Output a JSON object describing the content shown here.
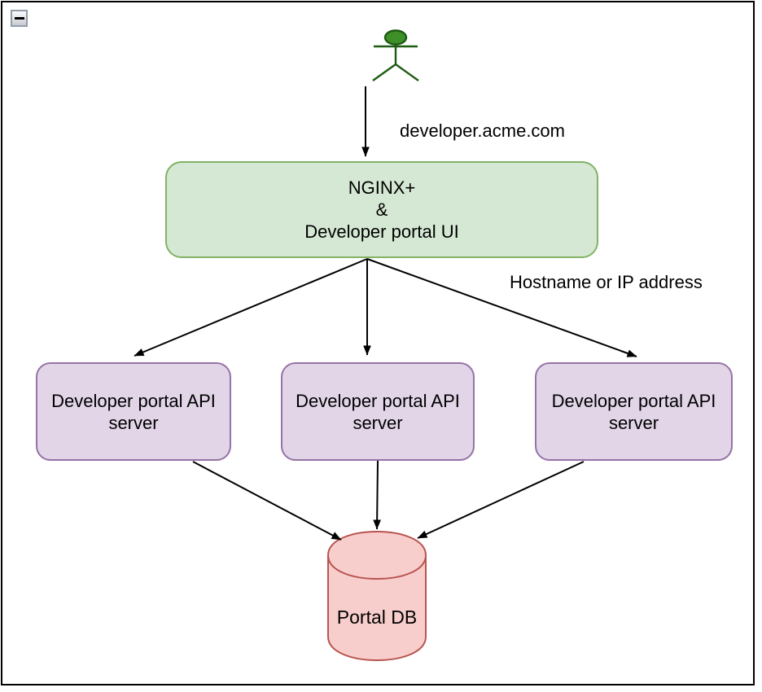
{
  "window": {
    "collapse_button": {
      "icon": "minus-icon",
      "glyph": "−"
    }
  },
  "colors": {
    "frame_border": "#000000",
    "gateway_fill": "#d5e8d4",
    "gateway_stroke": "#82b366",
    "api_server_fill": "#e1d5e7",
    "api_server_stroke": "#9673a6",
    "database_fill": "#f8cecc",
    "database_stroke": "#b85450",
    "actor_fill": "#3f8f29",
    "actor_stroke": "#1e5b12",
    "connector": "#000000"
  },
  "diagram": {
    "actor": {
      "icon": "stick-figure-actor"
    },
    "edge_labels": {
      "domain": "developer.acme.com",
      "routing": "Hostname or IP address"
    },
    "gateway": {
      "label": "NGINX+\n&\nDeveloper portal UI"
    },
    "api_servers": [
      {
        "label": "Developer portal API server"
      },
      {
        "label": "Developer portal API server"
      },
      {
        "label": "Developer portal API server"
      }
    ],
    "database": {
      "label": "Portal DB"
    }
  }
}
